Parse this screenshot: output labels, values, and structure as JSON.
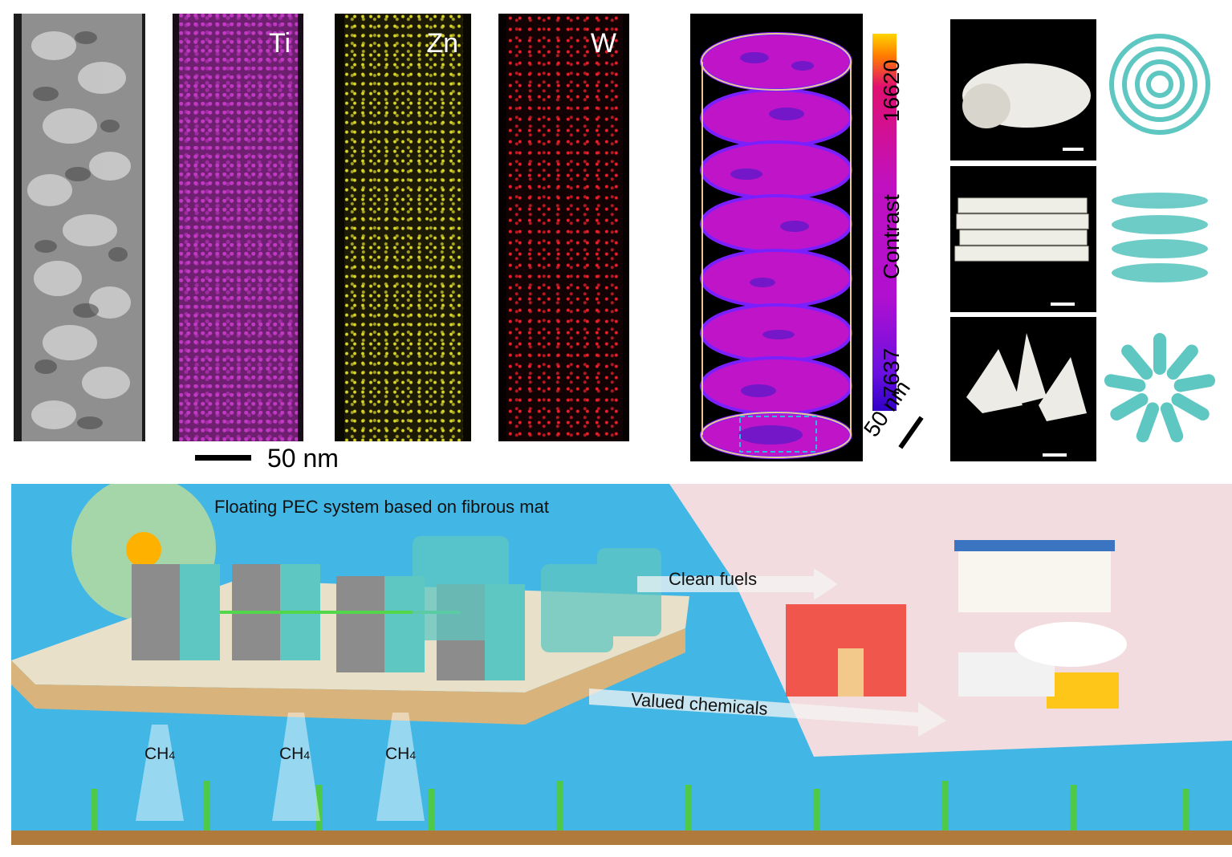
{
  "top_left": {
    "element_labels": [
      "Ti",
      "Zn",
      "W"
    ],
    "scale_bar": "50 nm"
  },
  "ct": {
    "colorbar_max": "16620",
    "colorbar_min": "7637",
    "colorbar_title": "Contrast",
    "scale_bar": "50 nm"
  },
  "scene": {
    "title": "Floating PEC system based on fibrous mat",
    "arrow_top": "Clean fuels",
    "arrow_bottom": "Valued chemicals",
    "gas_label": "CH",
    "gas_sub": "4"
  },
  "colors": {
    "ti": "#c13ac4",
    "zn": "#d8d42a",
    "w": "#e8202a",
    "water": "#42b6e4",
    "land": "#f2dce0",
    "mat": "#d9b37c",
    "teal": "#5fc7c2"
  }
}
